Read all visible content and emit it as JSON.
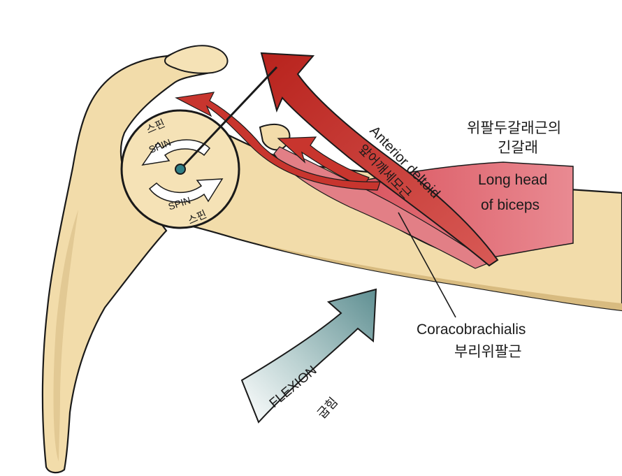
{
  "labels": {
    "long_head_ko_line1": "위팔두갈래근의",
    "long_head_ko_line2": "긴갈래",
    "long_head_en_line1": "Long head",
    "long_head_en_line2": "of biceps",
    "anterior_deltoid_en": "Anterior deltoid",
    "anterior_deltoid_ko": "앞어깨세모근",
    "coracobrachialis_en": "Coracobrachialis",
    "coracobrachialis_ko": "부리위팔근",
    "flexion_en": "FLEXION",
    "flexion_ko": "굽힘",
    "spin_top_ko": "스핀",
    "spin_top_en": "SPIN",
    "spin_bottom_en": "SPIN",
    "spin_bottom_ko": "스핀"
  },
  "colors": {
    "bone": "#f2dcaa",
    "bone_shadow": "#d9bd82",
    "muscle_red": "#c8352e",
    "muscle_pink": "#e0707a",
    "flexion_arrow": "#6f9da0",
    "outline": "#1a1a1a"
  }
}
